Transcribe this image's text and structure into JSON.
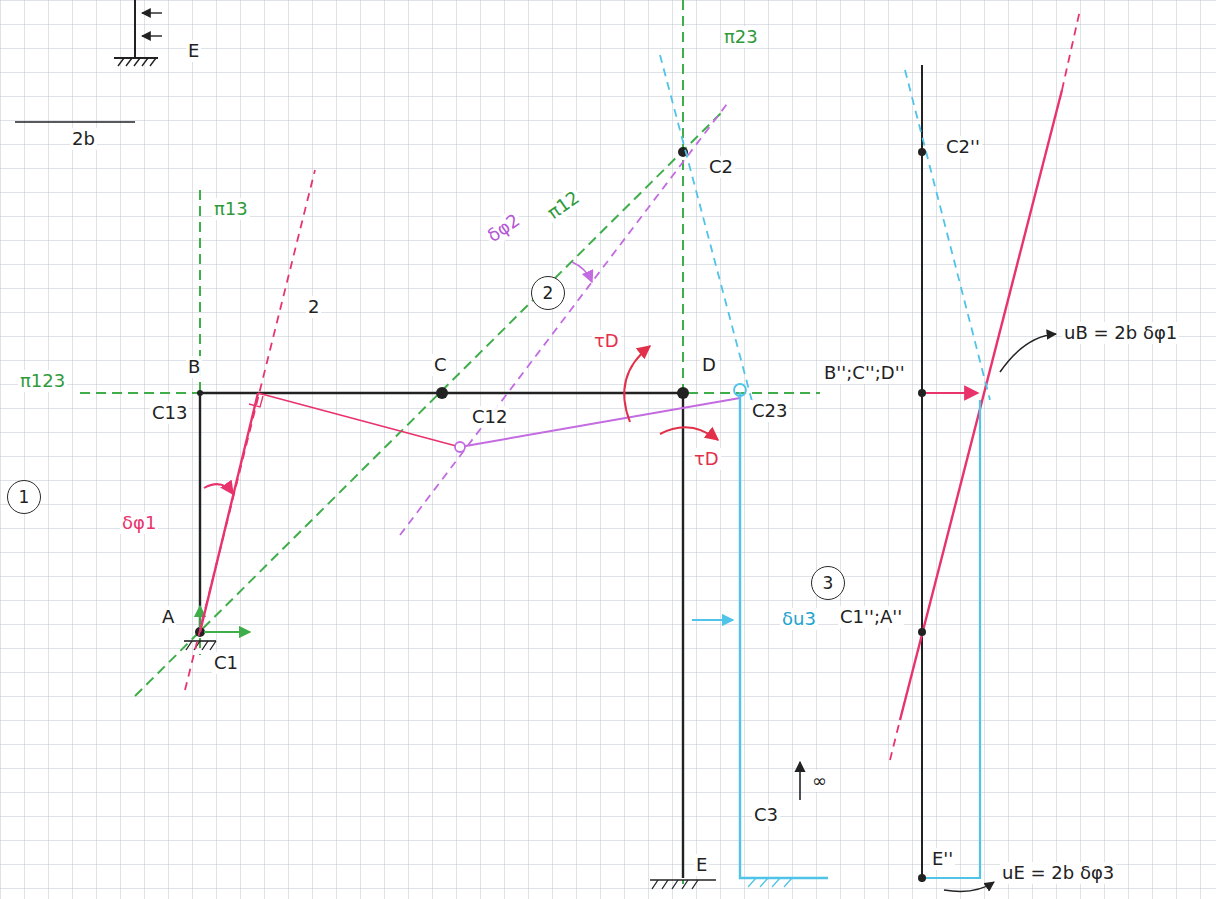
{
  "diagram": {
    "nodes": [
      {
        "text": [
          "1"
        ]
      },
      {
        "text": [
          "2"
        ]
      },
      {
        "text": [
          "3"
        ]
      }
    ],
    "labels": [
      "E",
      "2b",
      "π13",
      "π123",
      "2",
      "π12",
      "π23",
      "C2",
      "δφ2",
      "B",
      "C",
      "D",
      "C13",
      "C12",
      "C23",
      "τD",
      "τD",
      "δφ1",
      "A",
      "C1",
      "δu3",
      "C3",
      "∞",
      "E",
      "C2''",
      "B'';C'';D''",
      "uB = 2b δφ1",
      "C1'';A''",
      "E''",
      "uE = 2b δφ3"
    ]
  }
}
